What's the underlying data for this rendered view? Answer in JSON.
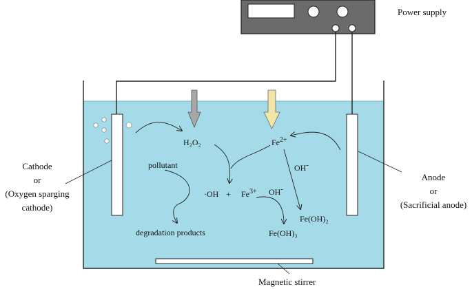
{
  "labels": {
    "power_supply": "Power supply",
    "magnetic_stirrer": "Magnetic stirrer",
    "cathode_line1": "Cathode",
    "cathode_line2": "or",
    "cathode_line3": "(Oxygen sparging",
    "cathode_line4": "cathode)",
    "anode_line1": "Anode",
    "anode_line2": "or",
    "anode_line3": "(Sacrificial anode)"
  },
  "species": {
    "h2o2": "H₂O₂",
    "fe2_base": "Fe",
    "fe2_sup": "2+",
    "oh_minus_1_base": "OH",
    "oh_minus_1_sup": "-",
    "pollutant": "pollutant",
    "oh_radical": "·OH",
    "plus": "+",
    "fe3_base": "Fe",
    "fe3_sup": "3+",
    "oh_minus_2_base": "OH",
    "oh_minus_2_sup": "-",
    "feoh2": "Fe(OH)₂",
    "degradation": "degradation products",
    "feoh3": "Fe(OH)₃"
  },
  "colors": {
    "water": "#a5dbe8",
    "water_line": "#6fb6cc",
    "device": "#6b6b6b",
    "gray_arrow": "#a7a7a7",
    "fe_arrow": "#f3e6a9"
  }
}
